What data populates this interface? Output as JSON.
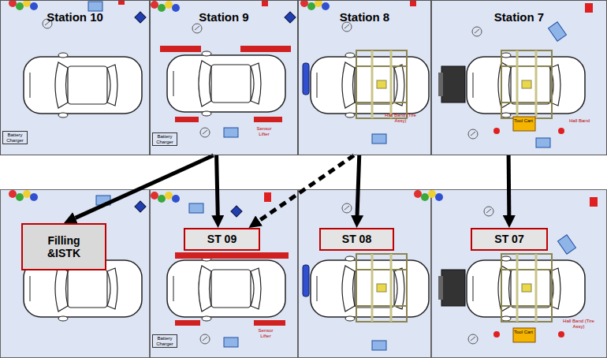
{
  "diagram": {
    "nodes": [
      {
        "text": [
          "Station 10"
        ]
      },
      {
        "text": [
          "Station 9"
        ]
      },
      {
        "text": [
          "Station 8"
        ]
      },
      {
        "text": [
          "Station 7"
        ]
      },
      {
        "text": [
          "Filling &ISTK"
        ]
      },
      {
        "text": [
          "ST 09"
        ]
      },
      {
        "text": [
          "ST 08"
        ]
      },
      {
        "text": [
          "ST 07"
        ]
      }
    ],
    "edges": [
      {
        "from": 1,
        "to": 4,
        "arrow": "to"
      },
      {
        "from": 1,
        "to": 5,
        "arrow": "to"
      },
      {
        "from": 2,
        "to": 5,
        "arrow": "to"
      },
      {
        "from": 2,
        "to": 6,
        "arrow": "to"
      },
      {
        "from": 3,
        "to": 7,
        "arrow": "to"
      }
    ],
    "labels": [
      "Battery Charger",
      "Battery Charger",
      "Sensor Lifter",
      "Hall Band (Tire Assy)",
      "Tool Cart",
      "Hall Band",
      "Battery Charger",
      "Sensor Lifter",
      "Hall Band (Tire Assy)",
      "Tool Cart"
    ]
  }
}
